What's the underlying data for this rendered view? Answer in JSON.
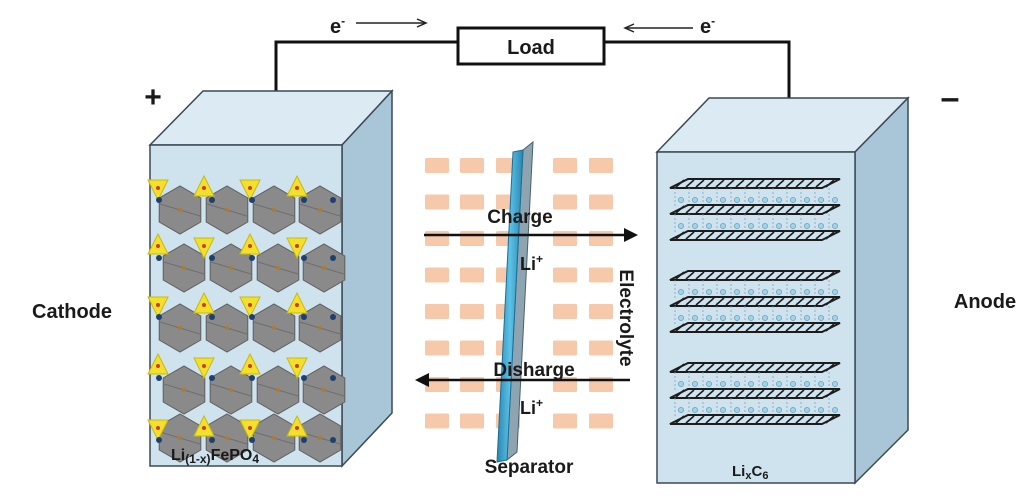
{
  "circuit": {
    "load_label": "Load",
    "electron_left": "e",
    "electron_left_sup": "-",
    "electron_right": "e",
    "electron_right_sup": "-",
    "plus_sign": "+",
    "minus_sign": "–"
  },
  "cathode": {
    "side_label": "Cathode",
    "formula_prefix": "Li",
    "formula_sub": "(1-x)",
    "formula_main": "FePO",
    "formula_sub2": "4"
  },
  "anode": {
    "side_label": "Anode",
    "formula_prefix": "Li",
    "formula_sub": "x",
    "formula_main": "C",
    "formula_sub2": "6"
  },
  "middle": {
    "charge_label": "Charge",
    "discharge_label": "Disharge",
    "ion_top": "Li",
    "ion_top_sup": "+",
    "ion_bottom": "Li",
    "ion_bottom_sup": "+",
    "electrolyte_label": "Electrolyte",
    "separator_label": "Separator"
  },
  "colors": {
    "box_front": "#cfe3ef",
    "box_top": "#dceaf3",
    "box_side": "#a9c6d8",
    "box_stroke": "#3a4a55",
    "electrolyte_dash": "#f5c9aa",
    "separator_face": "#3aa0c8",
    "separator_side": "#8ea4b0",
    "octahedron": "#8a8a8a",
    "tetrahedron": "#f2e02a",
    "li_dot": "#1f3f6e",
    "graphene": "#1c1c1c",
    "intercalated_li": "#9fd4ea"
  }
}
